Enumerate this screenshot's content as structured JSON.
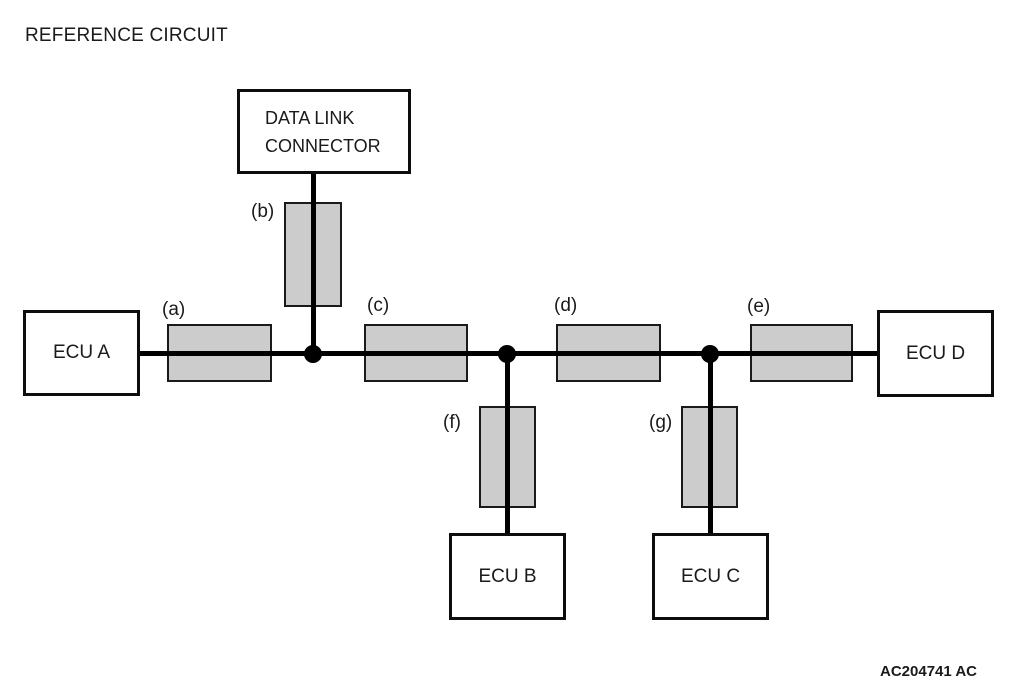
{
  "diagram": {
    "title": "REFERENCE CIRCUIT",
    "figure_code": "AC204741 AC",
    "nodes": {
      "data_link_connector": {
        "label": "DATA LINK CONNECTOR"
      },
      "ecu_a": {
        "label": "ECU A"
      },
      "ecu_b": {
        "label": "ECU B"
      },
      "ecu_c": {
        "label": "ECU C"
      },
      "ecu_d": {
        "label": "ECU D"
      }
    },
    "segments": {
      "a": {
        "label": "(a)"
      },
      "b": {
        "label": "(b)"
      },
      "c": {
        "label": "(c)"
      },
      "d": {
        "label": "(d)"
      },
      "e": {
        "label": "(e)"
      },
      "f": {
        "label": "(f)"
      },
      "g": {
        "label": "(g)"
      }
    },
    "colors": {
      "background": "#ffffff",
      "wire": "#000000",
      "box_border": "#0d0d0d",
      "segment_fill": "#cccccc",
      "segment_border": "#1a1a1a",
      "text": "#1a1a1a"
    }
  }
}
